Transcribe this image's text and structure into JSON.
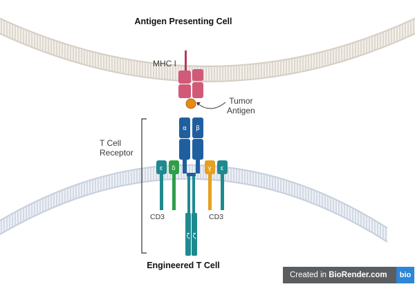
{
  "labels": {
    "apc": "Antigen Presenting Cell",
    "tcell": "Engineered T Cell",
    "mhc": "MHC I",
    "tumor_line1": "Tumor",
    "tumor_line2": "Antigen",
    "tcr_line1": "T Cell",
    "tcr_line2": "Receptor",
    "cd3_left": "CD3",
    "cd3_right": "CD3"
  },
  "subunits": {
    "alpha": "α",
    "beta": "β",
    "epsilon_left": "ε",
    "delta": "δ",
    "gamma": "γ",
    "epsilon_right": "ε",
    "zeta_left": "ζ",
    "zeta_right": "ζ"
  },
  "badge": {
    "prefix": "Created in ",
    "brand": "BioRender.com",
    "logo": "bio"
  },
  "colors": {
    "mhc": "#d05a78",
    "tcr": "#1f5fa0",
    "cd3_teal": "#1e8a8f",
    "delta_green": "#2f9e4a",
    "gamma_orange": "#e6a020",
    "antigen": "#e58a12",
    "membrane": "#c9c2b8"
  }
}
